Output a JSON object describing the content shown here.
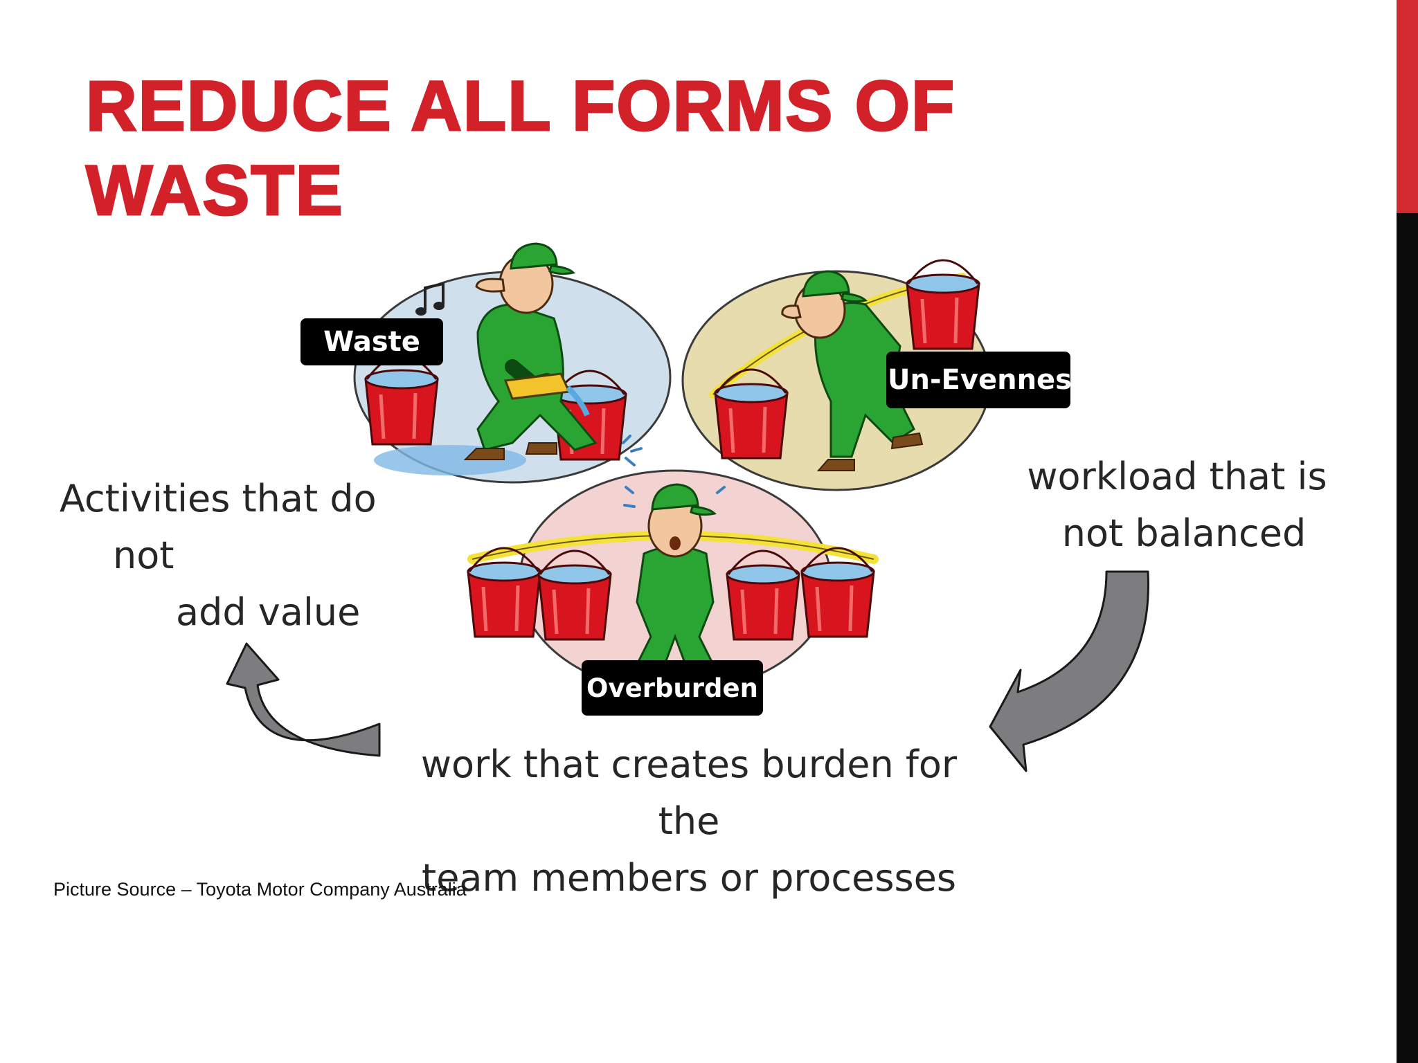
{
  "title": "REDUCE ALL FORMS OF WASTE",
  "labels": {
    "waste": "Waste",
    "uneven": "Un-Evenness",
    "overburden": "Overburden"
  },
  "descriptions": {
    "waste": [
      "Activities that do",
      "not",
      "add value"
    ],
    "uneven": [
      "workload that is",
      "not balanced"
    ],
    "overburden": [
      "work that creates burden for",
      "the",
      "team members or processes"
    ]
  },
  "source": "Picture Source – Toyota Motor Company Australia",
  "colors": {
    "title_red": "#d32129",
    "side_red": "#d22a2e",
    "side_black": "#0b0b0b",
    "label_bg": "#000000",
    "arrow_fill": "#7d7d7f",
    "worker_green": "#2aa432",
    "bucket_red": "#d8141f",
    "waste_circle": "#cfe0ec",
    "uneven_circle": "#e6dcae",
    "overburden_circle": "#f3d2d2"
  },
  "icons": [
    "music-note-icon",
    "water-splash-icon",
    "sweat-drop-icon"
  ]
}
